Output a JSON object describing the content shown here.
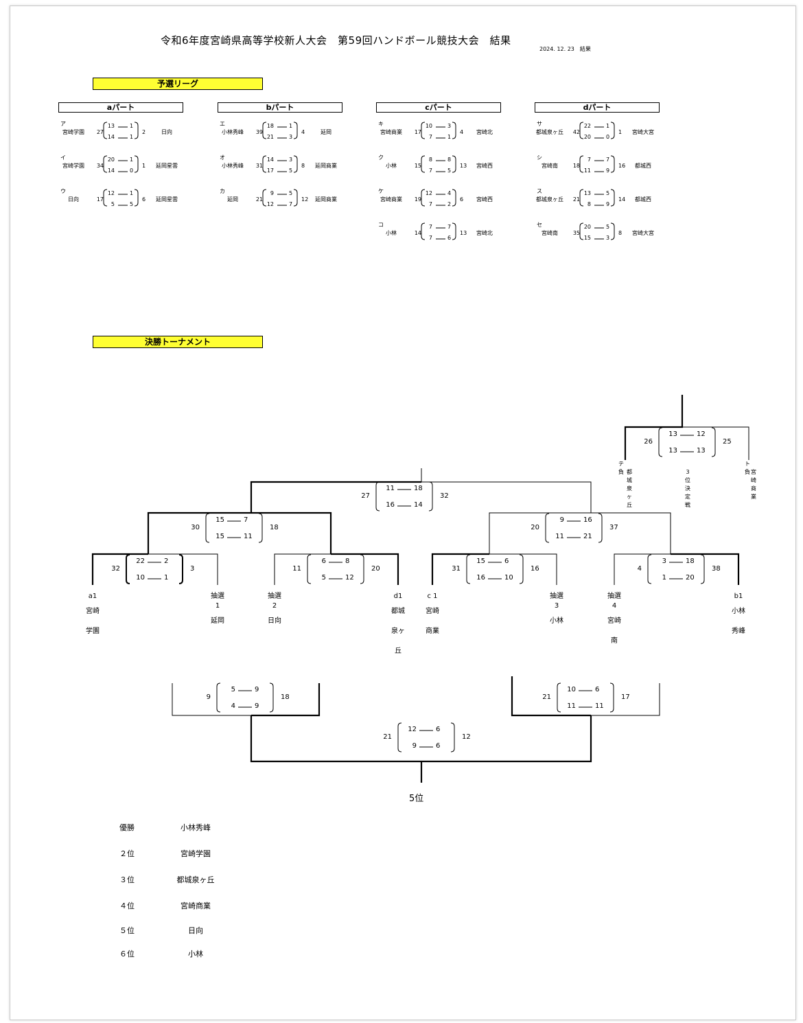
{
  "header": {
    "title": "令和6年度宮崎県高等学校新人大会　第59回ハンドボール競技大会　結果",
    "date": "2024. 12. 23　結果"
  },
  "league": {
    "heading": "予選リーグ",
    "parts": [
      {
        "name": "aパート",
        "matches": [
          {
            "label": "ア",
            "home": "宮崎学園",
            "home_total": "27",
            "s1a": "13",
            "s1b": "1",
            "s2a": "14",
            "s2b": "1",
            "away_total": "2",
            "away": "日向"
          },
          {
            "label": "イ",
            "home": "宮崎学園",
            "home_total": "34",
            "s1a": "20",
            "s1b": "1",
            "s2a": "14",
            "s2b": "0",
            "away_total": "1",
            "away": "延岡星雲"
          },
          {
            "label": "ウ",
            "home": "日向",
            "home_total": "17",
            "s1a": "12",
            "s1b": "1",
            "s2a": "5",
            "s2b": "5",
            "away_total": "6",
            "away": "延岡星雲"
          }
        ]
      },
      {
        "name": "bパート",
        "matches": [
          {
            "label": "エ",
            "home": "小林秀峰",
            "home_total": "39",
            "s1a": "18",
            "s1b": "1",
            "s2a": "21",
            "s2b": "3",
            "away_total": "4",
            "away": "延岡"
          },
          {
            "label": "オ",
            "home": "小林秀峰",
            "home_total": "31",
            "s1a": "14",
            "s1b": "3",
            "s2a": "17",
            "s2b": "5",
            "away_total": "8",
            "away": "延岡商業"
          },
          {
            "label": "カ",
            "home": "延岡",
            "home_total": "21",
            "s1a": "9",
            "s1b": "5",
            "s2a": "12",
            "s2b": "7",
            "away_total": "12",
            "away": "延岡商業"
          }
        ]
      },
      {
        "name": "cパート",
        "matches": [
          {
            "label": "キ",
            "home": "宮崎商業",
            "home_total": "17",
            "s1a": "10",
            "s1b": "3",
            "s2a": "7",
            "s2b": "1",
            "away_total": "4",
            "away": "宮崎北"
          },
          {
            "label": "ク",
            "home": "小林",
            "home_total": "15",
            "s1a": "8",
            "s1b": "8",
            "s2a": "7",
            "s2b": "5",
            "away_total": "13",
            "away": "宮崎西"
          },
          {
            "label": "ケ",
            "home": "宮崎商業",
            "home_total": "19",
            "s1a": "12",
            "s1b": "4",
            "s2a": "7",
            "s2b": "2",
            "away_total": "6",
            "away": "宮崎西"
          },
          {
            "label": "コ",
            "home": "小林",
            "home_total": "14",
            "s1a": "7",
            "s1b": "7",
            "s2a": "7",
            "s2b": "6",
            "away_total": "13",
            "away": "宮崎北"
          }
        ]
      },
      {
        "name": "dパート",
        "matches": [
          {
            "label": "サ",
            "home": "都城泉ヶ丘",
            "home_total": "42",
            "s1a": "22",
            "s1b": "1",
            "s2a": "20",
            "s2b": "0",
            "away_total": "1",
            "away": "宮崎大宮"
          },
          {
            "label": "シ",
            "home": "宮崎南",
            "home_total": "18",
            "s1a": "7",
            "s1b": "7",
            "s2a": "11",
            "s2b": "9",
            "away_total": "16",
            "away": "都城西"
          },
          {
            "label": "ス",
            "home": "都城泉ヶ丘",
            "home_total": "21",
            "s1a": "13",
            "s1b": "5",
            "s2a": "8",
            "s2b": "9",
            "away_total": "14",
            "away": "都城西"
          },
          {
            "label": "セ",
            "home": "宮崎南",
            "home_total": "35",
            "s1a": "20",
            "s1b": "5",
            "s2a": "15",
            "s2b": "3",
            "away_total": "8",
            "away": "宮崎大宮"
          }
        ]
      }
    ]
  },
  "tournament": {
    "heading": "決勝トーナメント",
    "teams": [
      {
        "seed": "a1",
        "name": "宮崎学園"
      },
      {
        "seed": "抽選1",
        "name": "延岡"
      },
      {
        "seed": "抽選2",
        "name": "日向"
      },
      {
        "seed": "d1",
        "name": "都城泉ヶ丘"
      },
      {
        "seed": "c 1",
        "name": "宮崎商業"
      },
      {
        "seed": "抽選3",
        "name": "小林"
      },
      {
        "seed": "抽選4",
        "name": "宮崎南"
      },
      {
        "seed": "b1",
        "name": "小林秀峰"
      }
    ],
    "matches": {
      "r1_1": {
        "lt": "32",
        "s1a": "22",
        "s1b": "2",
        "s2a": "10",
        "s2b": "1",
        "rt": "3"
      },
      "r1_2": {
        "lt": "11",
        "s1a": "6",
        "s1b": "8",
        "s2a": "5",
        "s2b": "12",
        "rt": "20"
      },
      "r1_3": {
        "lt": "31",
        "s1a": "15",
        "s1b": "6",
        "s2a": "16",
        "s2b": "10",
        "rt": "16"
      },
      "r1_4": {
        "lt": "4",
        "s1a": "3",
        "s1b": "18",
        "s2a": "1",
        "s2b": "20",
        "rt": "38"
      },
      "sf_1": {
        "lt": "30",
        "s1a": "15",
        "s1b": "7",
        "s2a": "15",
        "s2b": "11",
        "rt": "18"
      },
      "sf_2": {
        "lt": "20",
        "s1a": "9",
        "s1b": "16",
        "s2a": "11",
        "s2b": "21",
        "rt": "37"
      },
      "final": {
        "lt": "27",
        "s1a": "11",
        "s1b": "18",
        "s2a": "16",
        "s2b": "14",
        "rt": "32"
      },
      "third": {
        "lt": "26",
        "s1a": "13",
        "s1b": "12",
        "s2a": "13",
        "s2b": "13",
        "rt": "25"
      },
      "c5_1": {
        "lt": "9",
        "s1a": "5",
        "s1b": "9",
        "s2a": "4",
        "s2b": "9",
        "rt": "18"
      },
      "c5_2": {
        "lt": "21",
        "s1a": "10",
        "s1b": "6",
        "s2a": "11",
        "s2b": "11",
        "rt": "17"
      },
      "c5_final": {
        "lt": "21",
        "s1a": "12",
        "s1b": "6",
        "s2a": "9",
        "s2b": "6",
        "rt": "12"
      }
    },
    "third_place": {
      "left_label": "テ負",
      "left_name": "都城泉ヶ丘",
      "center_label": "3位決定戦",
      "right_label": "ト負",
      "right_name": "宮崎商業"
    },
    "fifth_label": "5位"
  },
  "results": [
    {
      "rank": "優勝",
      "team": "小林秀峰"
    },
    {
      "rank": "２位",
      "team": "宮崎学園"
    },
    {
      "rank": "３位",
      "team": "都城泉ヶ丘"
    },
    {
      "rank": "４位",
      "team": "宮崎商業"
    },
    {
      "rank": "５位",
      "team": "日向"
    },
    {
      "rank": "６位",
      "team": "小林"
    }
  ]
}
